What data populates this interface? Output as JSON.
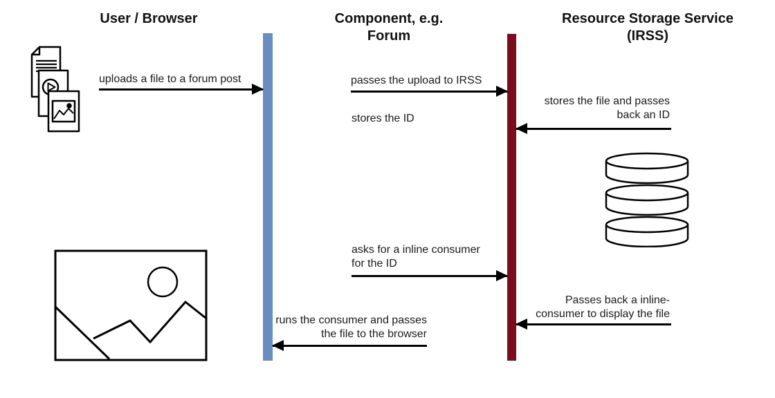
{
  "diagram_type": "sequence-diagram",
  "actors": {
    "user": {
      "label": "User / Browser"
    },
    "component": {
      "label": "Component, e.g. Forum",
      "lifeline_color": "#6A8DC0"
    },
    "irss": {
      "label_line1": "Resource Storage Service",
      "label_line2": "(IRSS)",
      "lifeline_color": "#7A0C1D"
    }
  },
  "messages": {
    "upload_file": {
      "label": "uploads a file to a forum post",
      "from": "user",
      "to": "component",
      "direction": "right"
    },
    "pass_upload": {
      "label": "passes the upload to IRSS",
      "from": "component",
      "to": "irss",
      "direction": "right"
    },
    "store_file": {
      "line1": "stores the file and passes",
      "line2": "back an ID",
      "from": "storage",
      "to": "irss",
      "direction": "left"
    },
    "stores_id": {
      "label": "stores the ID",
      "note_for": "component"
    },
    "ask_consumer": {
      "line1": "asks for a inline consumer",
      "line2": "for the ID",
      "from": "component",
      "to": "irss",
      "direction": "right"
    },
    "pass_consumer": {
      "line1": "Passes back a inline-",
      "line2": "consumer to display the file",
      "from": "irss",
      "to": "component",
      "direction": "left"
    },
    "run_consumer": {
      "line1": "runs the consumer and passes",
      "line2": "the file to the browser",
      "from": "component",
      "to": "user",
      "direction": "left"
    }
  },
  "icons": {
    "uploaded_files": "documents-stack-icon",
    "storage": "database-icon",
    "displayed_result": "image-placeholder-icon"
  },
  "colors": {
    "component_lifeline": "#6A8DC0",
    "irss_lifeline": "#7A0C1D",
    "arrow": "#000000",
    "text": "#1A1A1A",
    "background": "#FFFFFF"
  }
}
